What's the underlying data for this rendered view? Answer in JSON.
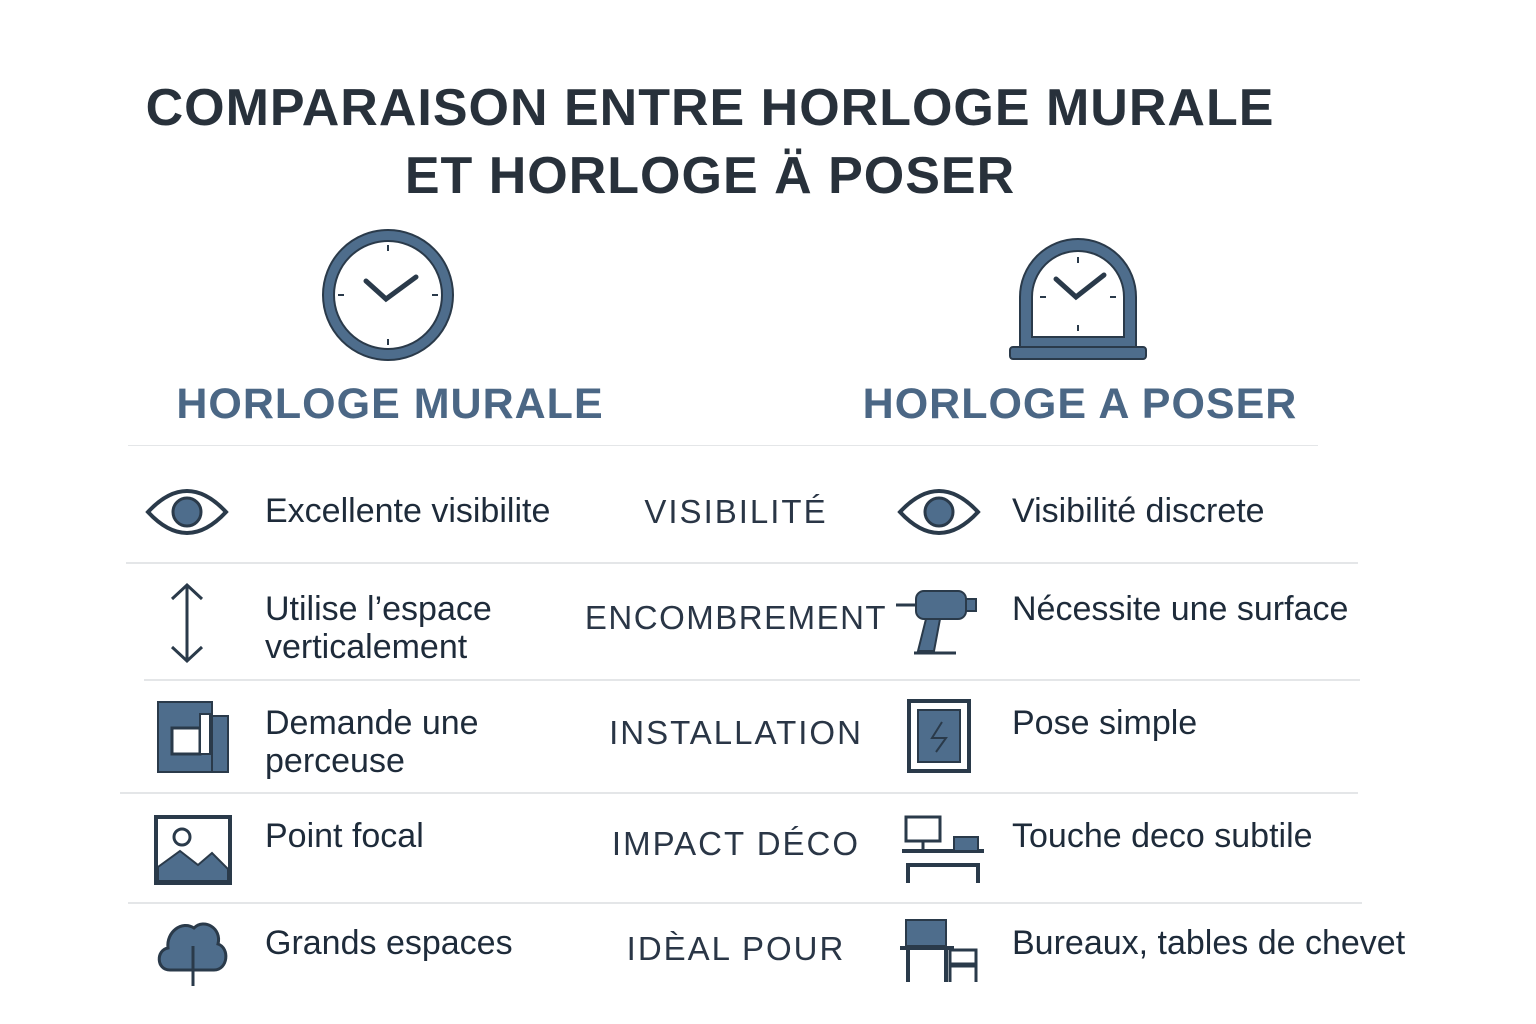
{
  "title": {
    "line1": "COMPARAISON ENTRE HORLOGE MURALE",
    "line2": "ET HORLOGE Ä POSER"
  },
  "columns": {
    "left": "HORLOGE MURALE",
    "right": "HORLOGE A POSER"
  },
  "colors": {
    "icon_fill": "#4e6d8c",
    "icon_stroke": "#2a3a4a",
    "heading": "#4b6785",
    "text": "#1e2b3a"
  },
  "rows": [
    {
      "criterion": "VISIBILITÉ",
      "left": "Excellente visibilite",
      "right": "Visibilité discrete",
      "left_icon": "eye-icon",
      "right_icon": "eye-icon"
    },
    {
      "criterion": "ENCOMBREMENT",
      "left": "Utilise l’espace verticalement",
      "right": "Nécessite une surface",
      "left_icon": "vertical-arrow-icon",
      "right_icon": "drill-icon"
    },
    {
      "criterion": "INSTALLATION",
      "left": "Demande une perceuse",
      "right": "Pose simple",
      "left_icon": "panel-icon",
      "right_icon": "frame-icon"
    },
    {
      "criterion": "IMPACT DÉCO",
      "left": "Point focal",
      "right": "Touche deco subtile",
      "left_icon": "image-icon",
      "right_icon": "desk-icon"
    },
    {
      "criterion": "IDÈAL POUR",
      "left": "Grands espaces",
      "right": "Bureaux, tables de chevet",
      "left_icon": "tree-icon",
      "right_icon": "desk-chair-icon"
    }
  ]
}
